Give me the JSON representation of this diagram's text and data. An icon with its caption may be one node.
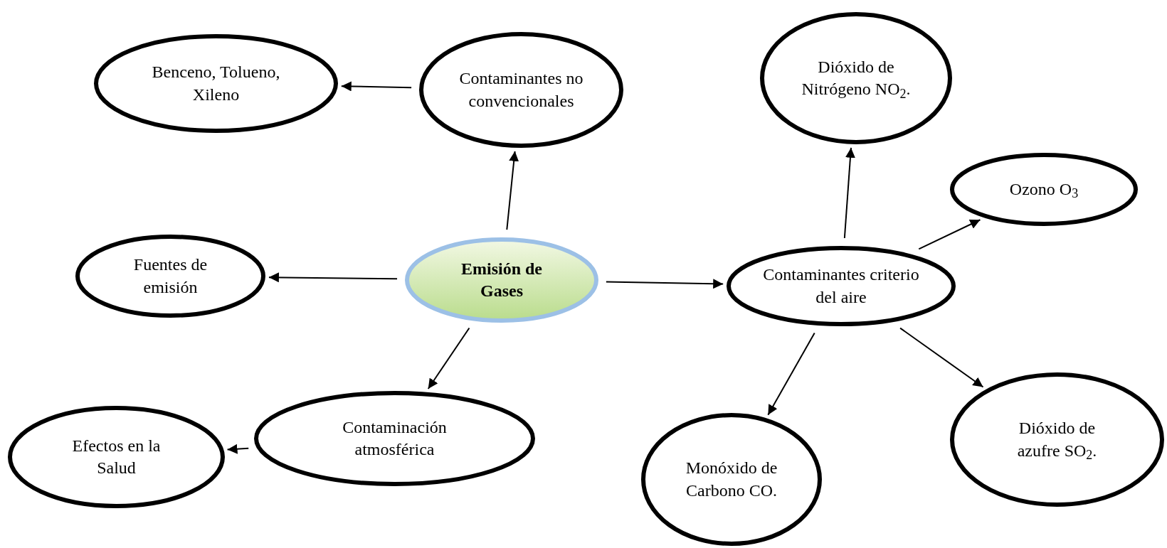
{
  "diagram": {
    "nodes": [
      {
        "text": [
          "Benceno, Tolueno, Xileno"
        ]
      },
      {
        "text": [
          "Contaminantes no convencionales"
        ]
      },
      {
        "text": [
          "Fuentes de emisión"
        ]
      },
      {
        "text": [
          "Emisión de Gases"
        ]
      },
      {
        "text": [
          "Contaminantes criterio del aire"
        ]
      },
      {
        "text": [
          "Dióxido de Nitrógeno NO$_{2}$."
        ]
      },
      {
        "text": [
          "Ozono O$_{3}$"
        ]
      },
      {
        "text": [
          "Contaminación atmosférica"
        ]
      },
      {
        "text": [
          "Efectos en la Salud"
        ]
      },
      {
        "text": [
          "Monóxido de Carbono CO."
        ]
      },
      {
        "text": [
          "Dióxido de azufre SO$_{2}$."
        ]
      }
    ],
    "edges": [
      {
        "from": 3,
        "to": 1,
        "arrow": "to"
      },
      {
        "from": 1,
        "to": 0,
        "arrow": "to"
      },
      {
        "from": 3,
        "to": 2,
        "arrow": "to"
      },
      {
        "from": 3,
        "to": 4,
        "arrow": "to"
      },
      {
        "from": 4,
        "to": 5,
        "arrow": "to"
      },
      {
        "from": 4,
        "to": 6,
        "arrow": "to"
      },
      {
        "from": 3,
        "to": 7,
        "arrow": "to"
      },
      {
        "from": 7,
        "to": 8,
        "arrow": "to"
      },
      {
        "from": 4,
        "to": 9,
        "arrow": "to"
      },
      {
        "from": 4,
        "to": 10,
        "arrow": "to"
      }
    ]
  }
}
